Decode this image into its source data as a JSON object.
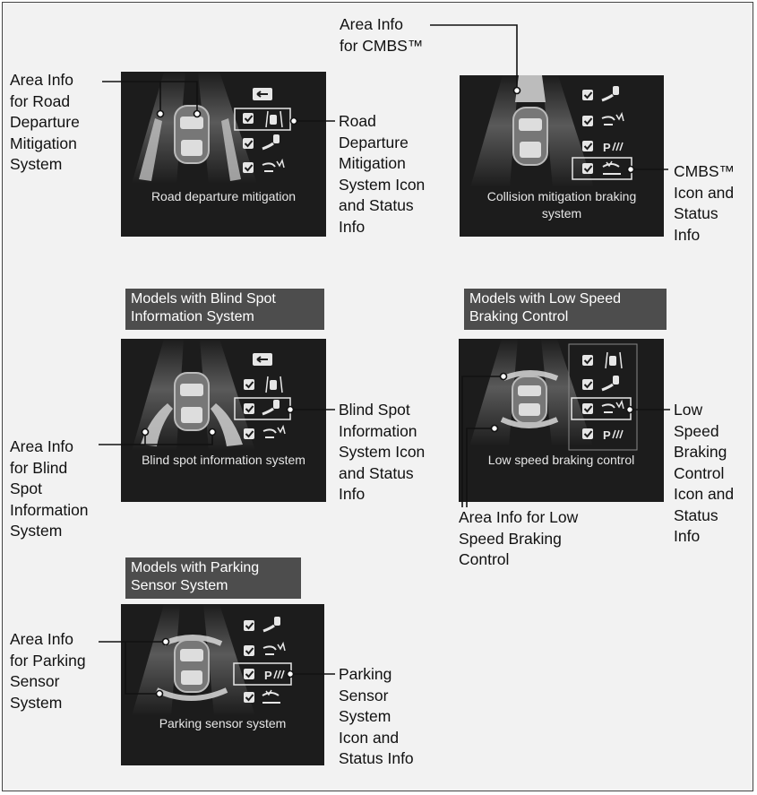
{
  "callouts": {
    "area_rdm": "Area Info\nfor Road\nDeparture\nMitigation\nSystem",
    "icon_rdm": "Road\nDeparture\nMitigation\nSystem Icon\nand Status\nInfo",
    "area_cmbs": "Area Info\nfor CMBS™",
    "icon_cmbs": "CMBS™\nIcon and\nStatus\nInfo",
    "area_bsi": "Area Info\nfor Blind\nSpot\nInformation\nSystem",
    "icon_bsi": "Blind Spot\nInformation\nSystem Icon\nand Status\nInfo",
    "area_lsbc": "Area Info for Low\nSpeed Braking\nControl",
    "icon_lsbc": "Low\nSpeed\nBraking\nControl\nIcon and\nStatus\nInfo",
    "area_park": "Area Info\nfor Parking\nSensor\nSystem",
    "icon_park": "Parking\nSensor\nSystem\nIcon and\nStatus Info"
  },
  "headers": {
    "bsi": "Models with Blind Spot\nInformation System",
    "lsbc": "Models with Low Speed\nBraking Control",
    "park": "Models with Parking\nSensor System"
  },
  "screens": {
    "rdm": "Road departure mitigation",
    "cmbs": "Collision mitigation braking\nsystem",
    "bsi": "Blind spot information system",
    "lsbc": "Low speed braking control",
    "park": "Parking sensor system"
  },
  "colors": {
    "screen_bg": "#1c1c1c",
    "header_bg": "#4d4d4d",
    "page_bg": "#f2f2f2"
  }
}
